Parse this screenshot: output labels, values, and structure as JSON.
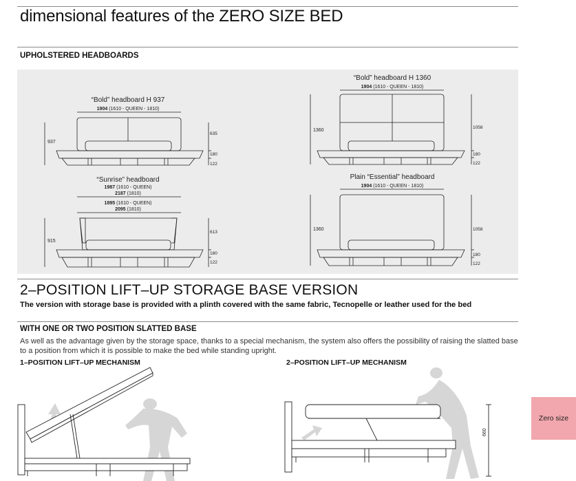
{
  "page_title": "dimensional features of the ZERO SIZE BED",
  "section_upholstered": "UPHOLSTERED HEADBOARDS",
  "beds": {
    "bold937": {
      "title": "“Bold” headboard H 937",
      "width_main": "1904",
      "width_rest": "(1610 - QUEEN - 1810)",
      "dims_left": [
        "937"
      ],
      "dims_right": [
        "635",
        "180",
        "122"
      ]
    },
    "bold1360": {
      "title": "“Bold” headboard H 1360",
      "width_main": "1904",
      "width_rest": "(1610 - QUEEN - 1810)",
      "dims_left": [
        "1360"
      ],
      "dims_right": [
        "1058",
        "180",
        "122"
      ]
    },
    "sunrise": {
      "title": "“Sunrise” headboard",
      "width_lines": [
        {
          "main": "1987",
          "rest": "(1610 - QUEEN)"
        },
        {
          "main": "2187",
          "rest": "(1810)"
        },
        {
          "main": "1895",
          "rest": "(1610 - QUEEN)"
        },
        {
          "main": "2095",
          "rest": "(1810)"
        }
      ],
      "dims_left": [
        "915"
      ],
      "dims_right": [
        "613",
        "180",
        "122"
      ]
    },
    "essential": {
      "title": "Plain “Essential” headboard",
      "width_main": "1904",
      "width_rest": "(1610 - QUEEN - 1810)",
      "dims_left": [
        "1360"
      ],
      "dims_right": [
        "1058",
        "180",
        "122"
      ]
    }
  },
  "section_storage": "2–POSITION LIFT–UP STORAGE BASE VERSION",
  "storage_note": "The version with storage base is provided with a plinth covered with the same fabric, Tecnopelle or leather used for the bed",
  "section_slatted": "WITH ONE OR TWO POSITION SLATTED BASE",
  "slatted_para": "As well as the advantage given by the storage space, thanks to a special mechanism, the system also offers the possibility of raising the slatted base to a position from which it is possible to make the bed while standing upright.",
  "mech1_label": "1–POSITION LIFT–UP MECHANISM",
  "mech2_label": "2–POSITION LIFT–UP MECHANISM",
  "mech2_height": "660",
  "side_tab": "Zero size",
  "colors": {
    "panel": "#ececec",
    "tab": "#f1a7ad",
    "rule": "#8a8a8a",
    "figure": "#d6d6d6"
  }
}
